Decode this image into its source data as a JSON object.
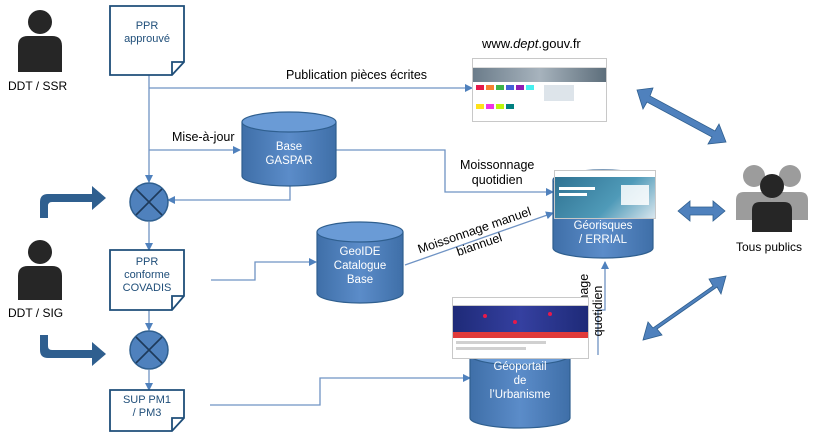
{
  "actors": {
    "ddt_ssr": "DDT / SSR",
    "ddt_sig": "DDT / SIG",
    "public": "Tous publics"
  },
  "documents": {
    "ppr_approuve": [
      "PPR",
      "approuvé"
    ],
    "ppr_conforme": [
      "PPR",
      "conforme",
      "COVADIS"
    ],
    "sup": [
      "SUP PM1",
      "/ PM3"
    ]
  },
  "databases": {
    "gaspar": [
      "Base",
      "GASPAR"
    ],
    "geoide": [
      "GeoIDE",
      "Catalogue",
      "Base"
    ],
    "georisques": [
      "Géorisques",
      "/ ERRIAL"
    ],
    "geoportail": [
      "Géoportail",
      "de",
      "l’Urbanisme"
    ]
  },
  "labels": {
    "publication": "Publication pièces écrites",
    "mise_a_jour": "Mise-à-jour",
    "moissonnage_quotidien": [
      "Moissonnage",
      "quotidien"
    ],
    "moissonnage_manuel": [
      "Moissonnage manuel",
      "biannuel"
    ],
    "moissonnage_quotidien_vertical": [
      "Moissonnage",
      "quotidien"
    ]
  },
  "website": {
    "prefix": "www.",
    "italic": "dept",
    "suffix": ".gouv.fr"
  },
  "colors": {
    "primary_blue": "#4f81bd",
    "dark_blue": "#2f5f8f",
    "line_blue": "#6f93c4",
    "actor_dark": "#262626",
    "actor_gray": "#9c9c9c"
  },
  "icons": {
    "actor": "person-icon",
    "merge": "circle-x-icon",
    "arrow": "double-arrow-icon"
  }
}
